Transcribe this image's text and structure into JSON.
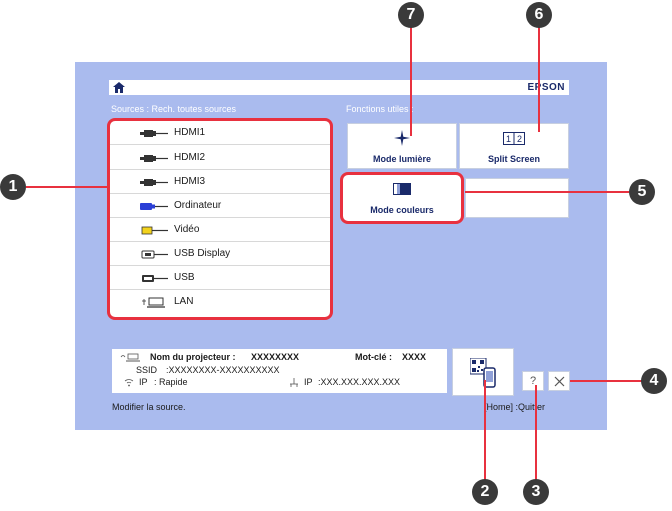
{
  "brand": "EPSON",
  "sources_label": "Sources :  Rech. toutes sources",
  "functions_label": "Fonctions utiles :",
  "sources": [
    {
      "label": "HDMI1",
      "icon": "hdmi-icon"
    },
    {
      "label": "HDMI2",
      "icon": "hdmi-icon"
    },
    {
      "label": "HDMI3",
      "icon": "hdmi-icon"
    },
    {
      "label": "Ordinateur",
      "icon": "computer-cable-icon"
    },
    {
      "label": "Vidéo",
      "icon": "video-cable-icon"
    },
    {
      "label": "USB Display",
      "icon": "usb-display-icon"
    },
    {
      "label": "USB",
      "icon": "usb-icon"
    },
    {
      "label": "LAN",
      "icon": "lan-icon"
    }
  ],
  "tiles": {
    "mode_lumiere": "Mode lumière",
    "split_screen": "Split Screen",
    "mode_couleurs": "Mode couleurs"
  },
  "info": {
    "projector_name_label": "Nom du projecteur :",
    "projector_name_value": "XXXXXXXX",
    "keyword_label": "Mot-clé :",
    "keyword_value": "XXXX",
    "ssid_label": "SSID",
    "ssid_value": ":XXXXXXXX-XXXXXXXXXX",
    "wifi_ip_label": "IP",
    "wifi_ip_value": ": Rapide",
    "wired_ip_label": "IP",
    "wired_ip_value": ":XXX.XXX.XXX.XXX"
  },
  "status": {
    "left": "Modifier la source.",
    "right": "[Home] :Quitter"
  },
  "callouts": {
    "c1": "1",
    "c2": "2",
    "c3": "3",
    "c4": "4",
    "c5": "5",
    "c6": "6",
    "c7": "7"
  },
  "help_label": "?",
  "colors": {
    "screen": "#aabbee",
    "highlight": "#e8313f",
    "callout": "#3a3a3a"
  }
}
